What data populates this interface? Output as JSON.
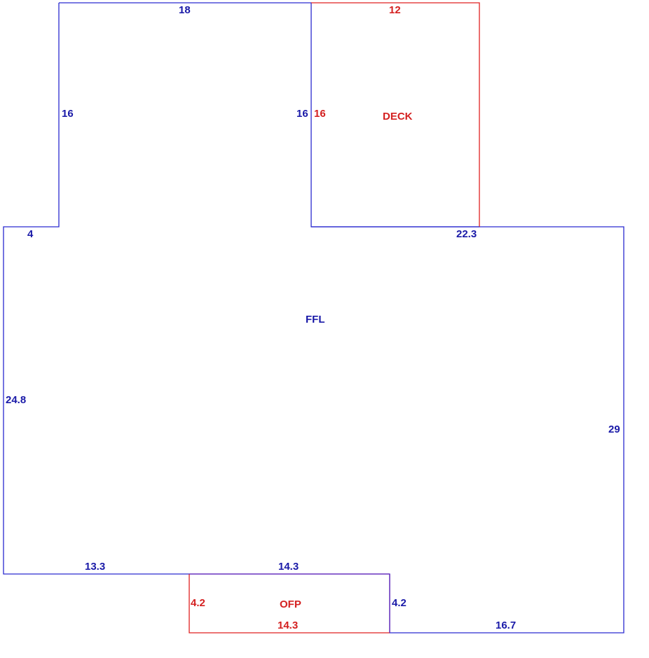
{
  "areas": {
    "main": {
      "label": "FFL",
      "color": "#1a1aa8"
    },
    "deck": {
      "label": "DECK",
      "color": "#d42020"
    },
    "porch": {
      "label": "OFP",
      "color": "#d42020"
    }
  },
  "dimensions": {
    "top_left": "18",
    "left_upper": "16",
    "center_upper_blue": "16",
    "deck_top": "12",
    "deck_left": "16",
    "step_left": "4",
    "deck_bottom_right": "22.3",
    "left_lower": "24.8",
    "right": "29",
    "bottom_left": "13.3",
    "bottom_mid": "14.3",
    "porch_left": "4.2",
    "porch_right": "4.2",
    "porch_bottom": "14.3",
    "bottom_right": "16.7"
  }
}
